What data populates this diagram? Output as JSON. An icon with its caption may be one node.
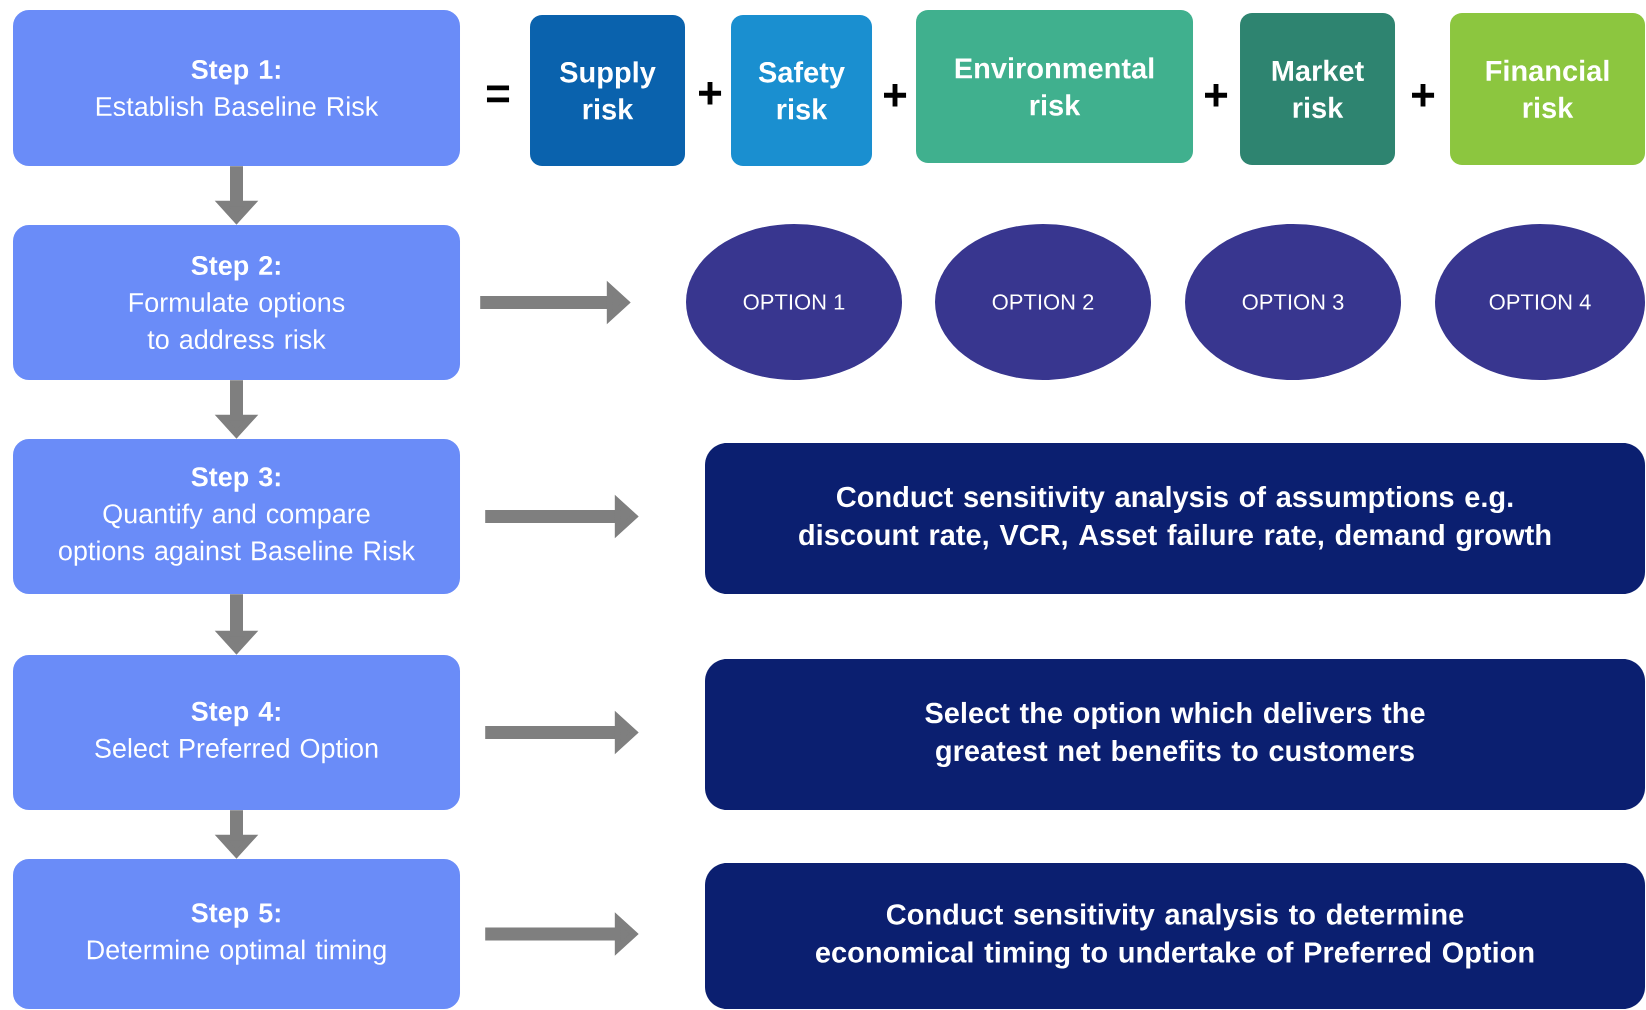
{
  "diagram": {
    "nodes": [
      {
        "text": [
          "Step 1:",
          "Establish Baseline Risk"
        ]
      },
      {
        "text": [
          "Supply risk"
        ]
      },
      {
        "text": [
          "Safety risk"
        ]
      },
      {
        "text": [
          "Environmental risk"
        ]
      },
      {
        "text": [
          "Market risk"
        ]
      },
      {
        "text": [
          "Financial risk"
        ]
      },
      {
        "text": [
          "Step 2:",
          "Formulate options to address risk"
        ]
      },
      {
        "text": [
          "OPTION 1"
        ]
      },
      {
        "text": [
          "OPTION 2"
        ]
      },
      {
        "text": [
          "OPTION 3"
        ]
      },
      {
        "text": [
          "OPTION 4"
        ]
      },
      {
        "text": [
          "Step 3:",
          "Quantify and compare options against Baseline Risk"
        ]
      },
      {
        "text": [
          "Conduct sensitivity analysis  of assumptions e.g. discount rate, VCR, Asset failure rate, demand growth"
        ]
      },
      {
        "text": [
          "Step 4:",
          "Select Preferred Option"
        ]
      },
      {
        "text": [
          "Select the option which delivers the greatest net benefits to customers"
        ]
      },
      {
        "text": [
          "Step 5:",
          "Determine optimal timing"
        ]
      },
      {
        "text": [
          "Conduct sensitivity analysis to determine economical timing to undertake of Preferred Option"
        ]
      }
    ],
    "edges": [
      {
        "from": 0,
        "to": 6,
        "arrow": "to"
      },
      {
        "from": 6,
        "to": 11,
        "arrow": "to"
      },
      {
        "from": 11,
        "to": 13,
        "arrow": "to"
      },
      {
        "from": 13,
        "to": 15,
        "arrow": "to"
      },
      {
        "from": 6,
        "to": 7,
        "arrow": "to"
      },
      {
        "from": 11,
        "to": 12,
        "arrow": "to"
      },
      {
        "from": 13,
        "to": 14,
        "arrow": "to"
      },
      {
        "from": 15,
        "to": 16,
        "arrow": "to"
      }
    ],
    "labels": [
      "=",
      "+",
      "+",
      "+",
      "+"
    ]
  }
}
